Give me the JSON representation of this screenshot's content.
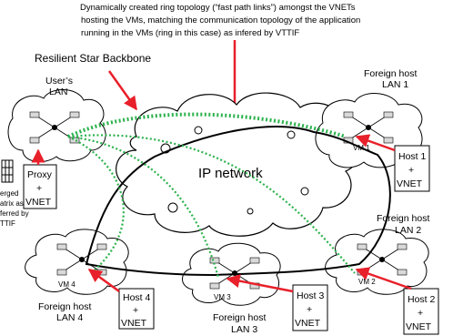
{
  "caption": {
    "line1": "Dynamically created ring topology (“fast path links”) amongst the VNETs",
    "line2": "hosting the VMs, matching the communication topology of the application",
    "line3": "running in the VMs (ring in this case) as infered by VTTIF"
  },
  "backbone_label": "Resilient Star Backbone",
  "ip_network_label": "IP network",
  "users_lan": {
    "line1": "User’s",
    "line2": "LAN"
  },
  "proxy_box": {
    "line1": "Proxy",
    "line2": "+",
    "line3": "VNET"
  },
  "merged_matrix": {
    "line1": "erged",
    "line2": "atrix as",
    "line3": "ferred by",
    "line4": "TTIF"
  },
  "lans": [
    {
      "id": "lan1",
      "line1": "Foreign host",
      "line2": "LAN 1",
      "vm": "VM 1",
      "host_box": {
        "line1": "Host 1",
        "line2": "+",
        "line3": "VNET"
      }
    },
    {
      "id": "lan2",
      "line1": "Foreign host",
      "line2": "LAN 2",
      "vm": "VM 2",
      "host_box": {
        "line1": "Host 2",
        "line2": "+",
        "line3": "VNET"
      }
    },
    {
      "id": "lan3",
      "line1": "Foreign host",
      "line2": "LAN 3",
      "vm": "VM 3",
      "host_box": {
        "line1": "Host 3",
        "line2": "+",
        "line3": "VNET"
      }
    },
    {
      "id": "lan4",
      "line1": "Foreign host",
      "line2": "LAN 4",
      "vm": "VM 4",
      "host_box": {
        "line1": "Host 4",
        "line2": "+",
        "line3": "VNET"
      }
    }
  ],
  "colors": {
    "arrow": "#e8202a",
    "ring": "#000000",
    "backbone": "#2bb24c",
    "cloud_stroke": "#000000"
  }
}
